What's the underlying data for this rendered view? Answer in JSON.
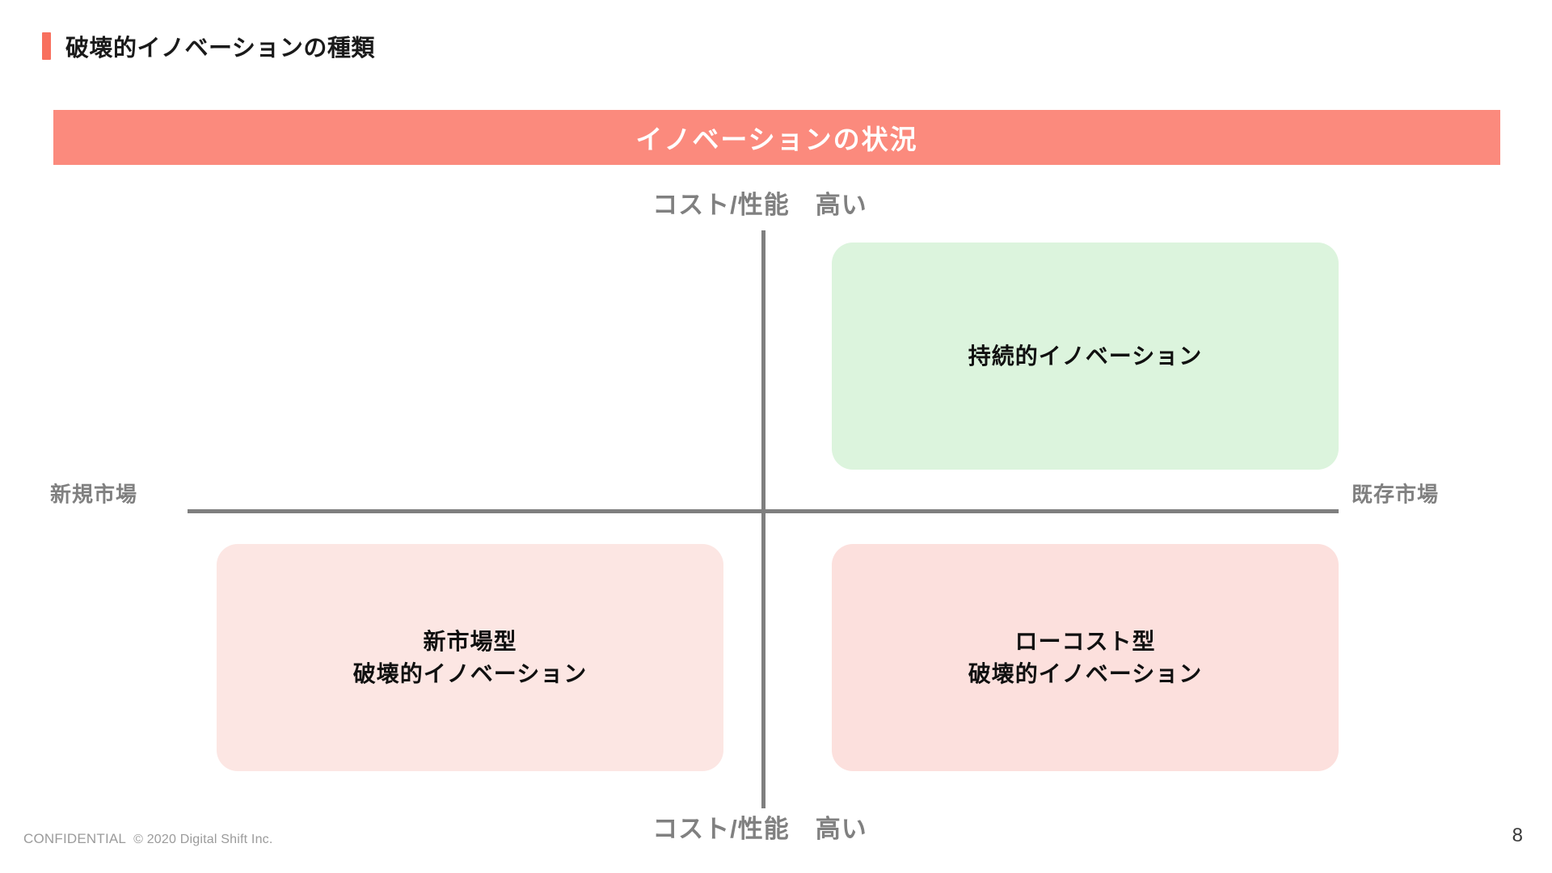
{
  "slide": {
    "title": "破壊的イノベーションの種類",
    "marker_color": "#f8705e",
    "page_number": "8"
  },
  "banner": {
    "label": "イノベーションの状況",
    "background_color": "#fb8a7d",
    "text_color": "#ffffff"
  },
  "matrix": {
    "axis_labels": {
      "top": "コスト/性能　高い",
      "bottom": "コスト/性能　高い",
      "left": "新規市場",
      "right": "既存市場"
    },
    "axis_color": "#7f7f7f",
    "label_color": "#808080",
    "quadrants": [
      {
        "id": "sustaining",
        "label": "持続的イノベーション",
        "color": "#dcf4dd",
        "position": "top-right"
      },
      {
        "id": "new-market",
        "label": "新市場型\n破壊的イノベーション",
        "color": "#fce6e3",
        "position": "bottom-left"
      },
      {
        "id": "low-cost",
        "label": "ローコスト型\n破壊的イノベーション",
        "color": "#fce0dd",
        "position": "bottom-right"
      }
    ]
  },
  "footer": {
    "confidential": "CONFIDENTIAL",
    "copyright": "© 2020 Digital Shift Inc."
  }
}
